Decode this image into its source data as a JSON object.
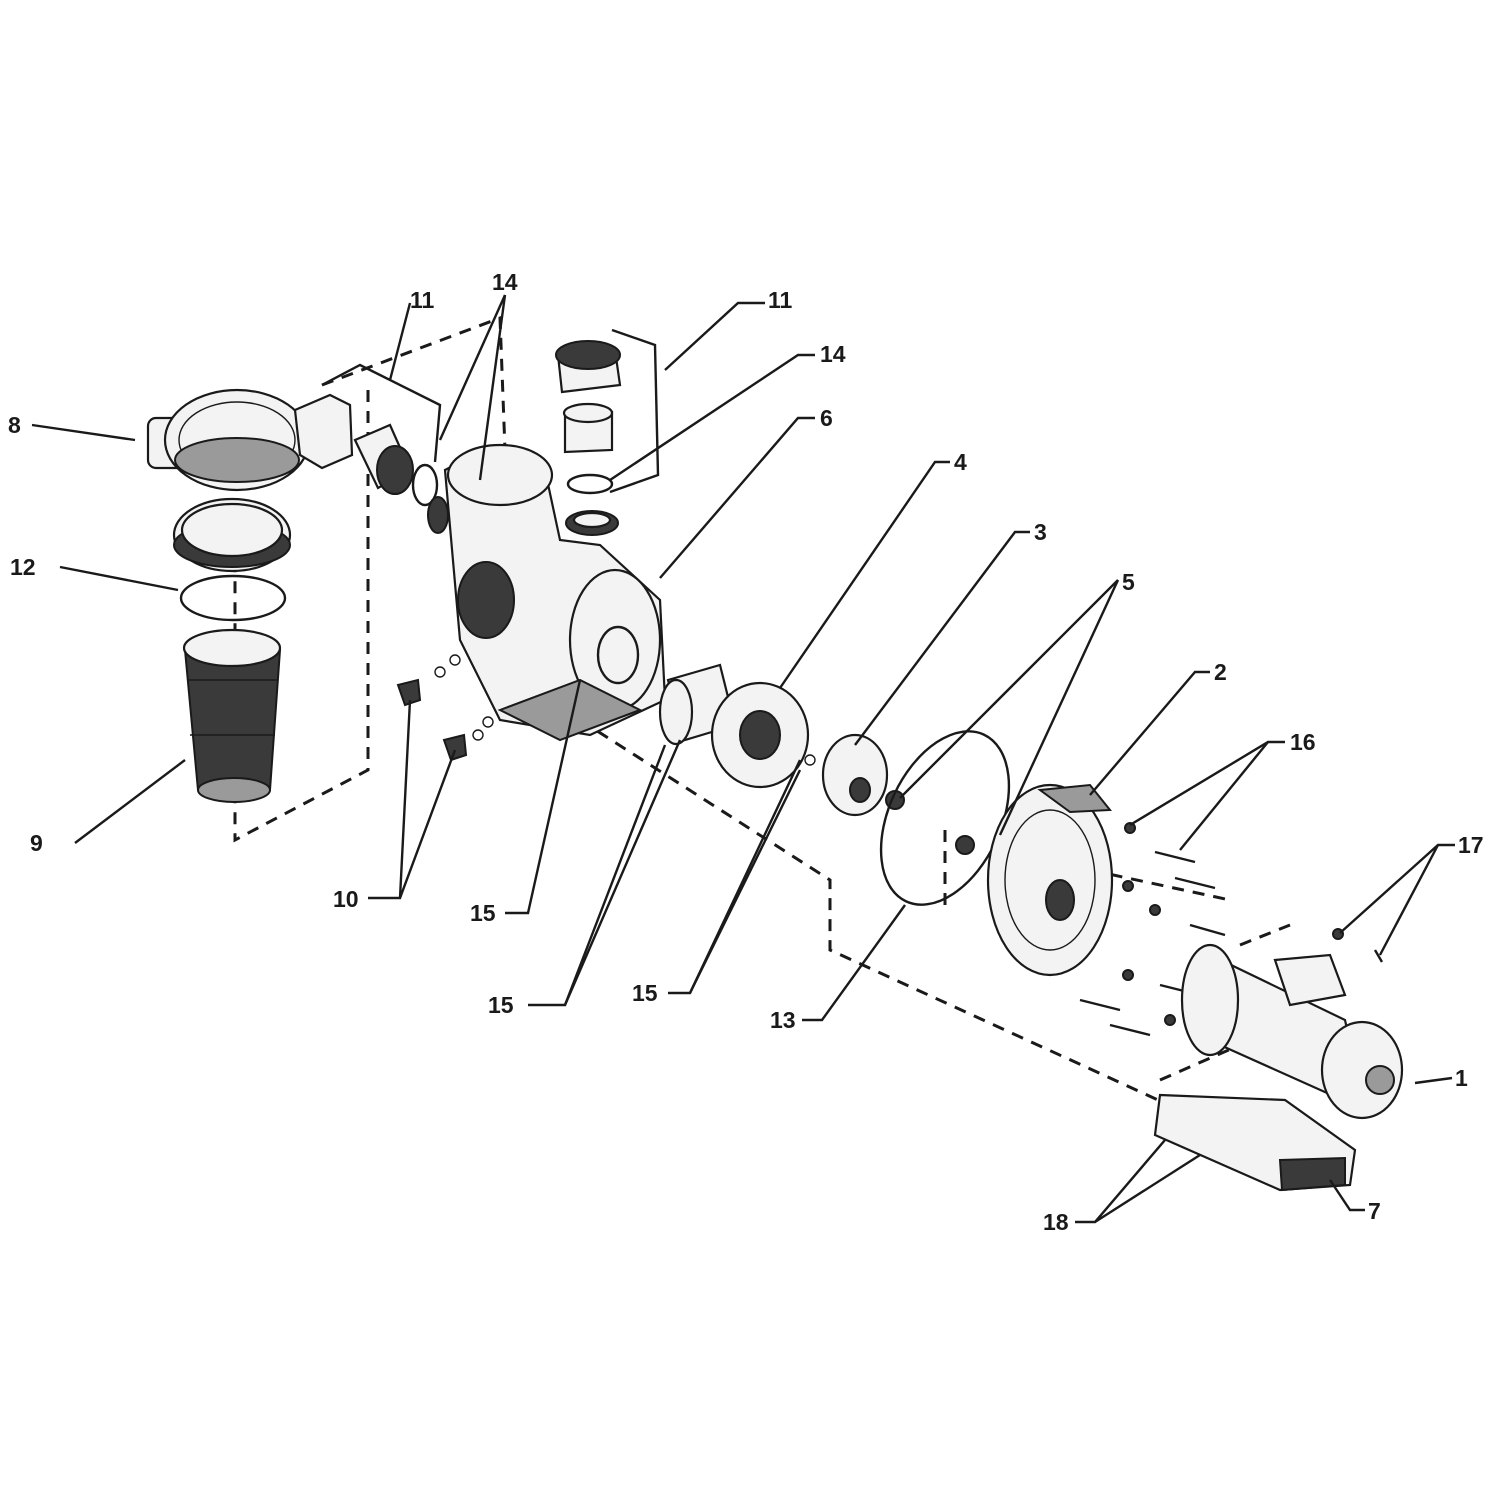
{
  "diagram": {
    "callouts": [
      {
        "id": "c1",
        "text": "1"
      },
      {
        "id": "c2",
        "text": "2"
      },
      {
        "id": "c3",
        "text": "3"
      },
      {
        "id": "c4",
        "text": "4"
      },
      {
        "id": "c5",
        "text": "5"
      },
      {
        "id": "c6",
        "text": "6"
      },
      {
        "id": "c7",
        "text": "7"
      },
      {
        "id": "c8",
        "text": "8"
      },
      {
        "id": "c9",
        "text": "9"
      },
      {
        "id": "c10",
        "text": "10"
      },
      {
        "id": "c11a",
        "text": "11"
      },
      {
        "id": "c11b",
        "text": "11"
      },
      {
        "id": "c12",
        "text": "12"
      },
      {
        "id": "c13",
        "text": "13"
      },
      {
        "id": "c14a",
        "text": "14"
      },
      {
        "id": "c14b",
        "text": "14"
      },
      {
        "id": "c15a",
        "text": "15"
      },
      {
        "id": "c15b",
        "text": "15"
      },
      {
        "id": "c15c",
        "text": "15"
      },
      {
        "id": "c16",
        "text": "16"
      },
      {
        "id": "c17",
        "text": "17"
      },
      {
        "id": "c18",
        "text": "18"
      }
    ]
  }
}
